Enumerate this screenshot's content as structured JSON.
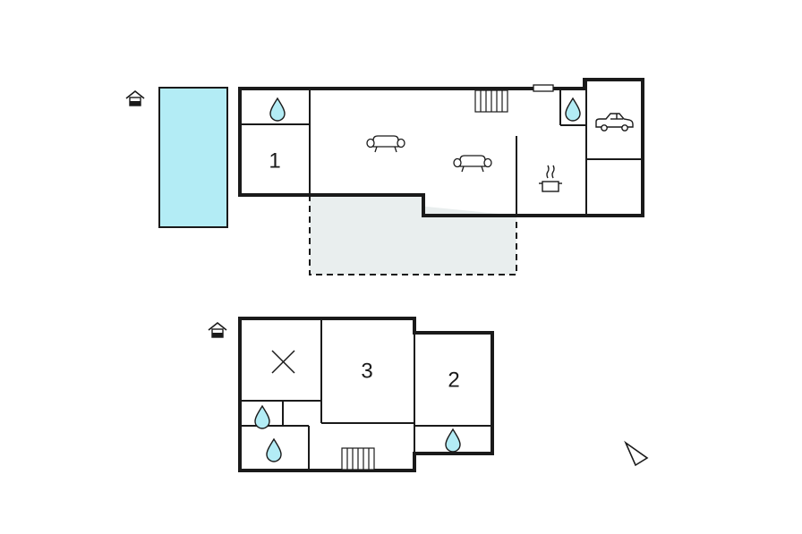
{
  "floorplan": {
    "rooms": {
      "bedroom_1": "1",
      "bedroom_3": "3",
      "bedroom_2": "2"
    },
    "colors": {
      "wall": "#1a1a1a",
      "pool": "#b3ecf5",
      "terrace": "#e9eeee",
      "water_drop": "#b3ecf5",
      "background": "#ffffff"
    },
    "icons": [
      "house-icon",
      "pool",
      "water-drop-icon",
      "sofa-icon",
      "stairs-icon",
      "cooking-pot-icon",
      "car-icon",
      "void-x-icon",
      "compass-icon"
    ]
  }
}
